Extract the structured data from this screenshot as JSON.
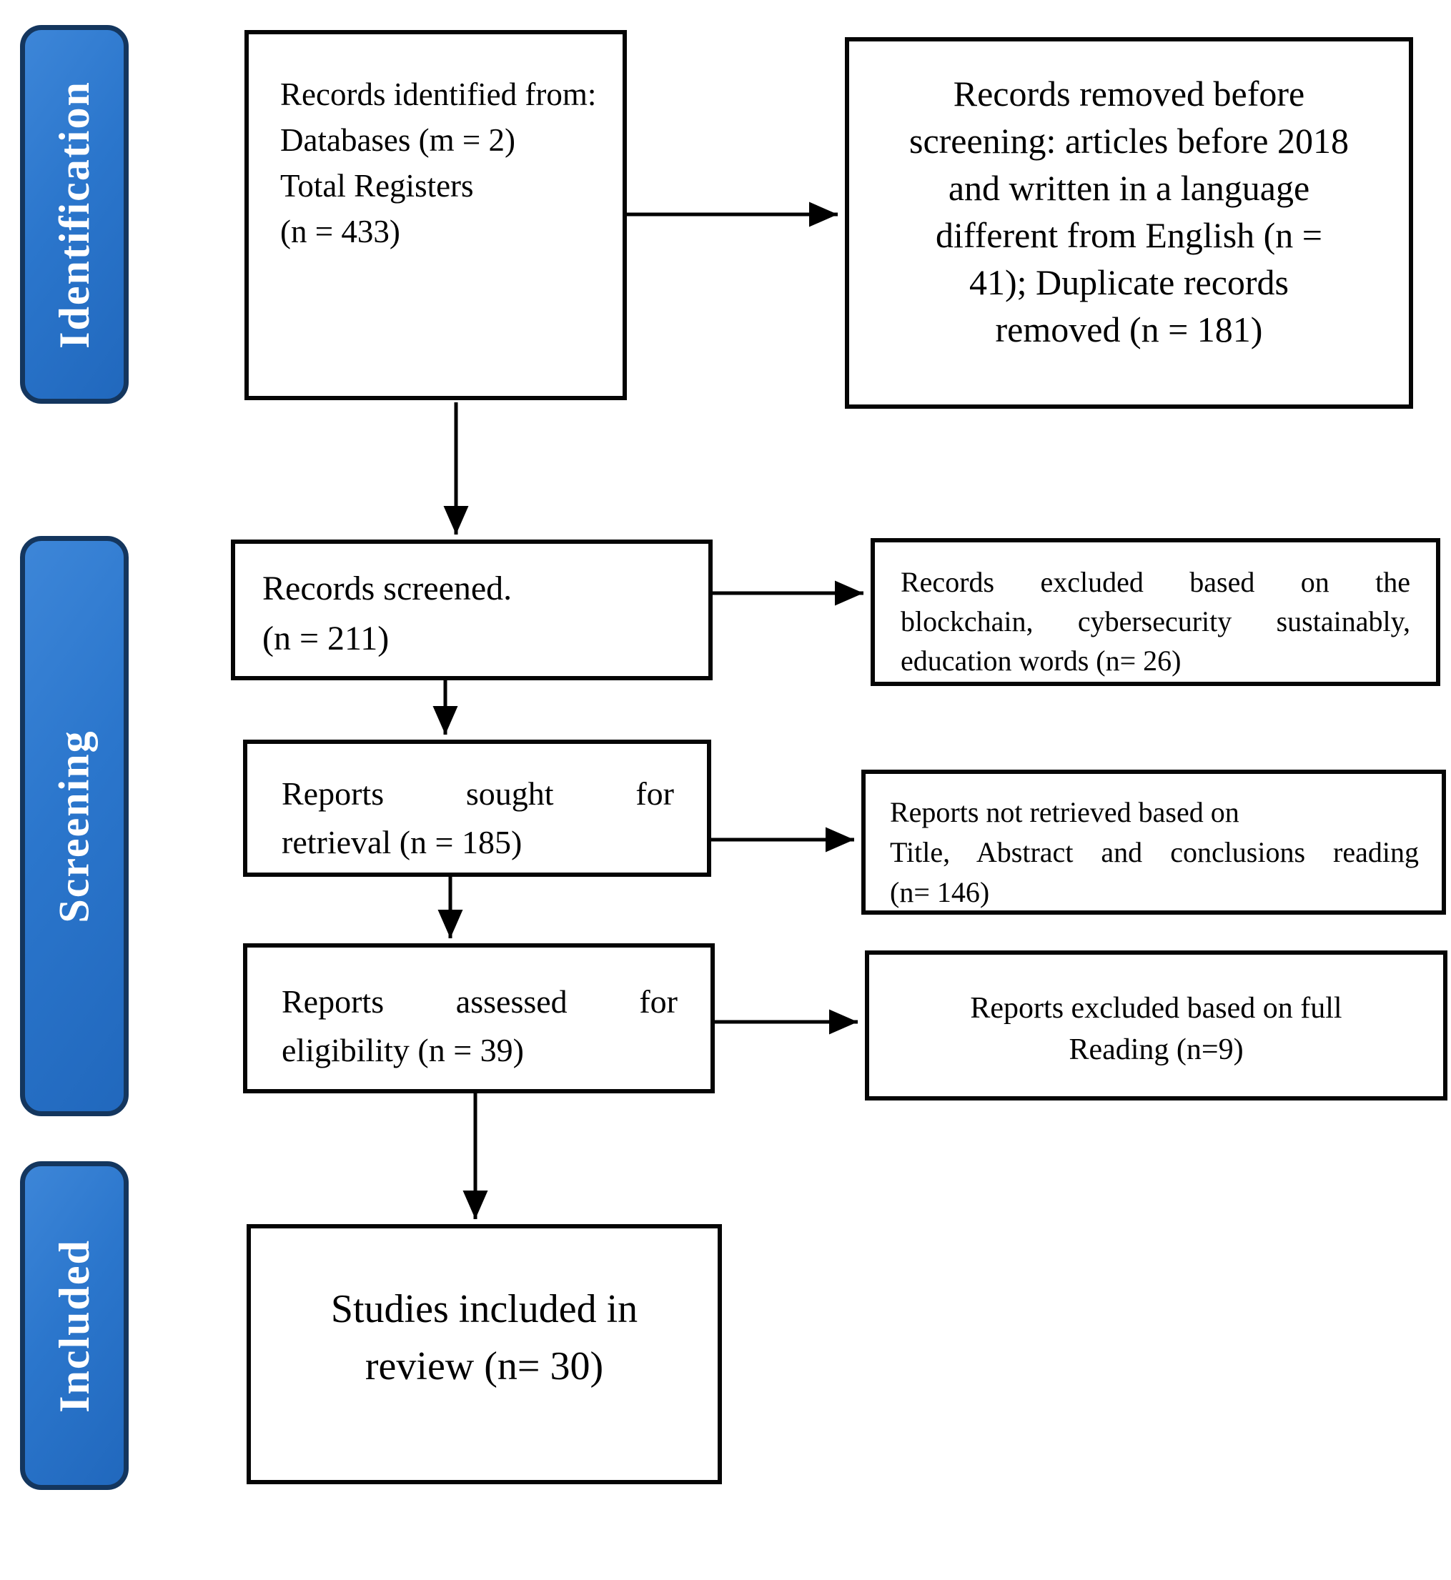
{
  "sidebar": {
    "stages": [
      {
        "label": "Identification"
      },
      {
        "label": "Screening"
      },
      {
        "label": "Included"
      }
    ]
  },
  "flow": {
    "identified": {
      "lines": [
        "Records identified from:",
        "Databases (m = 2)",
        "Total Registers",
        "(n = 433)"
      ]
    },
    "removed_before_screening": {
      "lines": [
        "Records removed before",
        "screening: articles before 2018",
        "and written in a language",
        "different from English (n =",
        "41); Duplicate records",
        "removed (n = 181)"
      ]
    },
    "screened": {
      "lines": [
        "Records screened.",
        "(n = 211)"
      ]
    },
    "excluded_keywords": {
      "lines": [
        "Records excluded based on the",
        "blockchain, cybersecurity sustainably,",
        "education words (n= 26)"
      ]
    },
    "sought": {
      "lines": [
        "Reports sought for",
        "retrieval (n = 185)"
      ]
    },
    "not_retrieved": {
      "lines": [
        "Reports not retrieved based on",
        "Title, Abstract and conclusions reading",
        "(n= 146)"
      ]
    },
    "assessed": {
      "lines": [
        "Reports assessed for",
        "eligibility (n = 39)"
      ]
    },
    "excluded_full_reading": {
      "lines": [
        "Reports excluded based on full",
        "Reading (n=9)"
      ]
    },
    "included_review": {
      "lines": [
        "Studies included in",
        "review (n= 30)"
      ]
    }
  },
  "colors": {
    "stage_fill": "#2b76cc",
    "stage_border": "#14365e",
    "stage_text": "#ffffff",
    "box_border": "#050505",
    "box_text": "#000000",
    "arrow": "#000000",
    "background": "#ffffff"
  }
}
